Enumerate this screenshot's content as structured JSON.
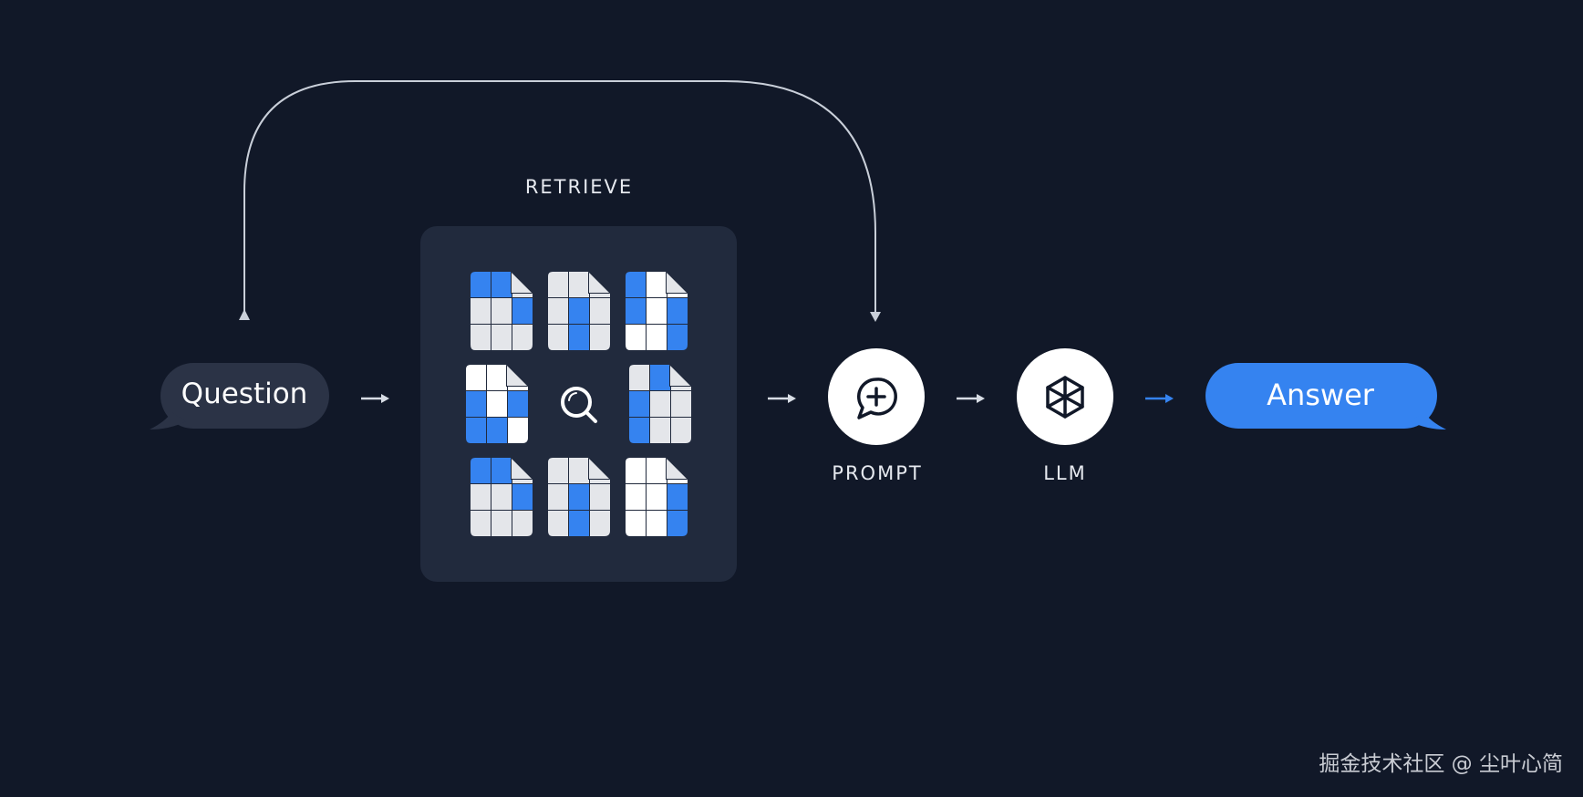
{
  "labels": {
    "retrieve": "RETRIEVE",
    "prompt": "PROMPT",
    "llm": "LLM"
  },
  "bubbles": {
    "question": "Question",
    "answer": "Answer"
  },
  "watermark": "掘金技术社区 @ 尘叶心简",
  "icons": {
    "prompt": "chat-plus-icon",
    "llm": "cube-icon",
    "retrieve_center": "search-icon",
    "documents": "grid-document-icon"
  },
  "colors": {
    "background": "#111828",
    "panel": "#212a3d",
    "accent": "#3583f0",
    "light_cell": "#e4e6ea",
    "line": "#c9cfd9"
  }
}
